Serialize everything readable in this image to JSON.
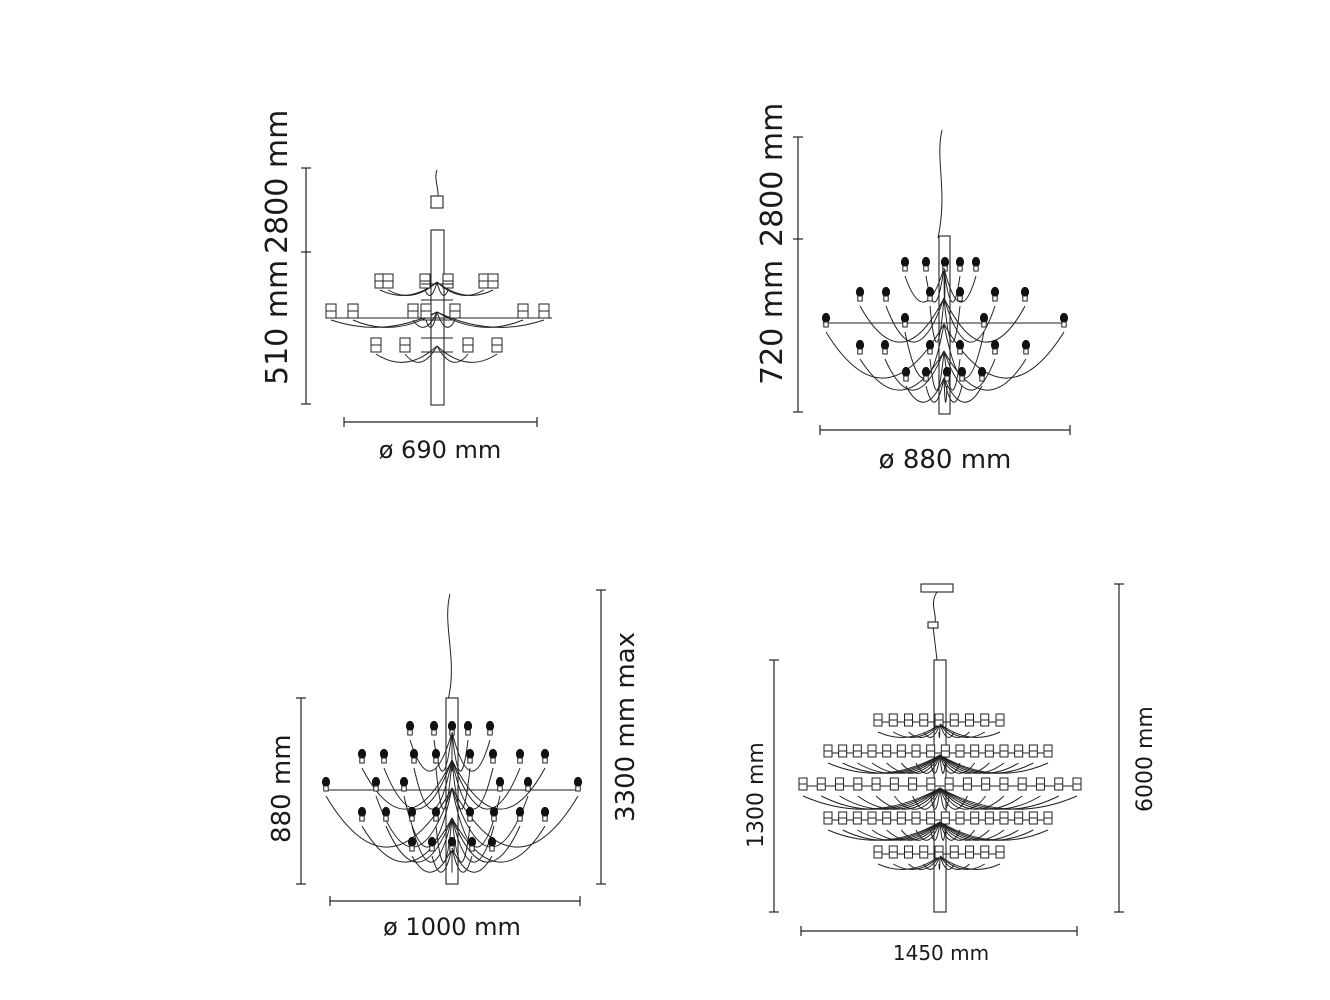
{
  "figures": [
    {
      "id": "fig1",
      "suspension": "2800 mm",
      "height": "510 mm",
      "diameter": "ø 690 mm"
    },
    {
      "id": "fig2",
      "suspension": "2800 mm",
      "height": "720 mm",
      "diameter": "ø 880 mm"
    },
    {
      "id": "fig3",
      "height": "880 mm",
      "total": "3300 mm max",
      "diameter": "ø 1000 mm"
    },
    {
      "id": "fig4",
      "height": "1300 mm",
      "total": "6000 mm",
      "width": "1450 mm"
    }
  ]
}
